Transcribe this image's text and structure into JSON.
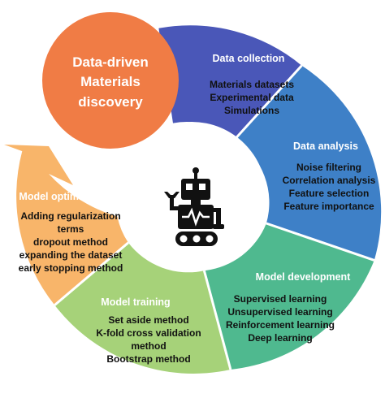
{
  "center": {
    "lines": [
      "Data-driven",
      "Materials",
      "discovery"
    ],
    "color": "#F07C45"
  },
  "robot": {
    "icon": "robot-icon",
    "color": "#111111"
  },
  "segments": [
    {
      "id": "data-collection",
      "title": "Data collection",
      "items": [
        "Materials datasets",
        "Experimental data",
        "Simulations"
      ],
      "color": "#4A57B8"
    },
    {
      "id": "data-analysis",
      "title": "Data analysis",
      "items": [
        "Noise filtering",
        "Correlation analysis",
        "Feature selection",
        "Feature importance"
      ],
      "color": "#3E80C7"
    },
    {
      "id": "model-development",
      "title": "Model development",
      "items": [
        "Supervised learning",
        "Unsupervised learning",
        "Reinforcement learning",
        "Deep learning"
      ],
      "color": "#4FB98F"
    },
    {
      "id": "model-training",
      "title": "Model training",
      "items": [
        "Set aside method",
        "K-fold cross validation",
        "method",
        "Bootstrap method"
      ],
      "color": "#A6D279"
    },
    {
      "id": "model-optimization",
      "title": "Model optimization",
      "items": [
        "Adding regularization",
        "terms",
        "dropout method",
        "expanding the dataset",
        "early stopping method"
      ],
      "color": "#F8B56A"
    }
  ]
}
